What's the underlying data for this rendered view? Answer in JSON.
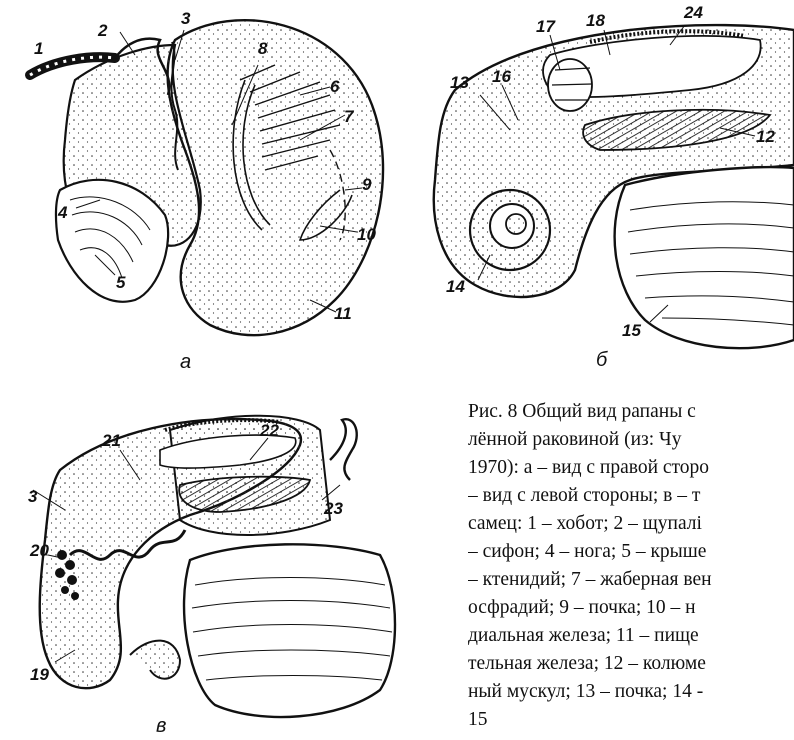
{
  "figure_a": {
    "letter": "а",
    "labels": {
      "l1": "1",
      "l2": "2",
      "l3": "3",
      "l4": "4",
      "l5": "5",
      "l6": "6",
      "l7": "7",
      "l8": "8",
      "l9": "9",
      "l10": "10",
      "l11": "11"
    }
  },
  "figure_b": {
    "letter": "б",
    "labels": {
      "l12": "12",
      "l13": "13",
      "l14": "14",
      "l15": "15",
      "l16": "16",
      "l17": "17",
      "l18": "18",
      "l24": "24"
    }
  },
  "figure_c": {
    "letter": "в",
    "labels": {
      "l3": "3",
      "l19": "19",
      "l20": "20",
      "l21": "21",
      "l22": "22",
      "l23": "23"
    }
  },
  "caption": {
    "lines": [
      "Рис. 8 Общий вид рапаны с",
      "лённой раковиной (из: Чу",
      "1970): а – вид с правой сторо",
      "– вид с левой стороны; в – т",
      "самец: 1 – хобот; 2 – щупалі",
      "– сифон; 4 – нога; 5 – крыше",
      "– ктенидий; 7 – жаберная вен",
      "осфрадий; 9 – почка; 10 – н",
      "диальная железа; 11 – пище",
      "тельная железа; 12 – колюме",
      "ный мускул; 13 – почка; 14 -",
      "   15"
    ]
  }
}
